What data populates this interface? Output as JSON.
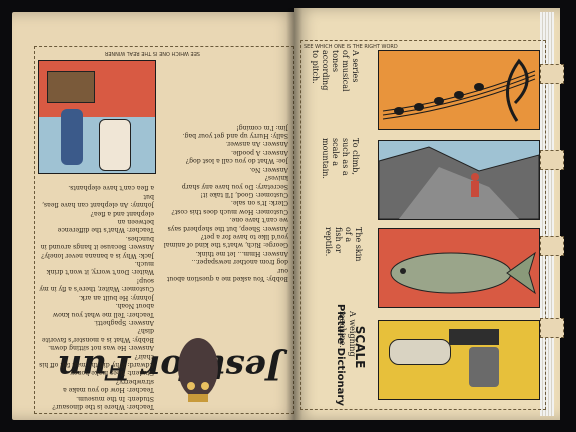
{
  "left_page": {
    "title": "Jest for Fun",
    "col_right_text": "Bobby: You asked me a question about our\ndog from another newspaper...\nAnswer: Hmm... let me think.\nGeorge: Rich, what's the kind of animal\nyou'd like to have for a pet?\nAnswer: Sheep, but the shepherd says\nwe can't have one.\nCustomer: How much does this cost?\nClerk: It's on sale.\nCustomer: Good, I'll take it!\nSecretary: Do you have any sharp knives?\nAnswer: No.\nJoe: What do you call a lost dog?\nAnswer: A poodle.\nAnswer: An answer.\nSally: Hurry up and get your bag.\nJim: I'm coming!",
    "col_left_text": "Teacher: Where is the dinosaur?\nStudent: In the museum.\nTeacher: How do you make a strawberry?\nStudent: Bees make honey.\nEdward: Why did the man fall off his chair?\nAnswer: He was not sitting down.\nBobby: What is a monster's favorite dish?\nAnswer: Spaghetti.\nTeacher: Tell me what you know about Noah.\nJohnny: He built an ark.\nCustomer: Waiter, there's a fly in my soup!\nWaiter: Don't worry, it won't drink much.\nJack: Why is a banana never lonely?\nAnswer: Because it hangs around in bunches.\nTeacher: What's the difference between an\nelephant and a flea?\nJohnny: An elephant can have fleas, but\na flea can't have elephants.",
    "footer": "SEE WHICH ONE IS THE REAL WINNER"
  },
  "right_page": {
    "heading": "Picture Dictionary",
    "heading_word": "SCALE",
    "captions": [
      "A weighing\nmachine.",
      "The skin\nof a\nfish or\nreptile.",
      "To climb,\nsuch as a\nscale a\nmountain.",
      "A series\nof musical\ntones\naccording\nto pitch."
    ],
    "footer": "SEE WHICH ONE IS THE RIGHT WORD"
  },
  "colors": {
    "page": "#e9d7b4",
    "panel_red": "#d85a43",
    "panel_orange": "#e8943c",
    "panel_blue": "#9fc2d3",
    "panel_yellow": "#e7c03b",
    "ink": "#1b1b1b"
  }
}
